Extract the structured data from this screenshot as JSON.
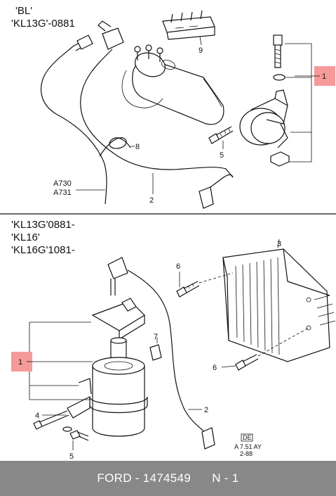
{
  "top_section": {
    "variant_lines": [
      "'BL'",
      "'KL13G'-0881"
    ],
    "side_labels": [
      "A730",
      "A731"
    ]
  },
  "bottom_section": {
    "variant_lines": [
      "'KL13G'0881-",
      "'KL16'",
      "'KL16G'1081-"
    ],
    "stamp_lines": [
      "A 7.51 AY",
      "2-88"
    ],
    "stamp_code": "DE"
  },
  "callouts": {
    "top": [
      "1",
      "2",
      "5",
      "8",
      "9"
    ],
    "bottom": [
      "1",
      "2",
      "3",
      "4",
      "5",
      "6",
      "6",
      "7"
    ]
  },
  "footer": {
    "text": "FORD - 1474549      N - 1"
  },
  "colors": {
    "highlight": "#f59a9a",
    "footer_bg": "#888888"
  }
}
